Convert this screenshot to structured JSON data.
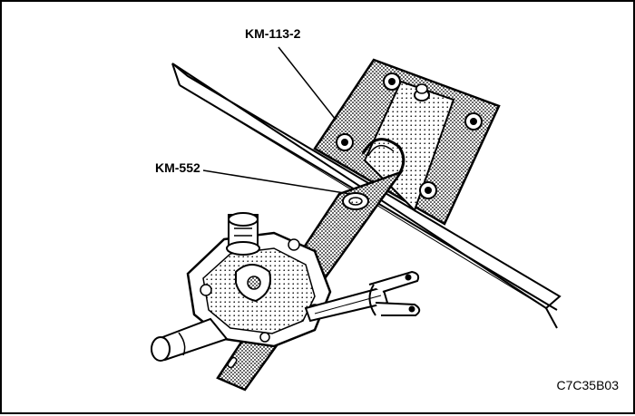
{
  "labels": {
    "tool_primary": "KM-113-2",
    "tool_secondary": "KM-552"
  },
  "figure_code": "C7C35B03",
  "colors": {
    "ink": "#000000",
    "paper": "#ffffff",
    "tone": "#9a9a9a"
  }
}
